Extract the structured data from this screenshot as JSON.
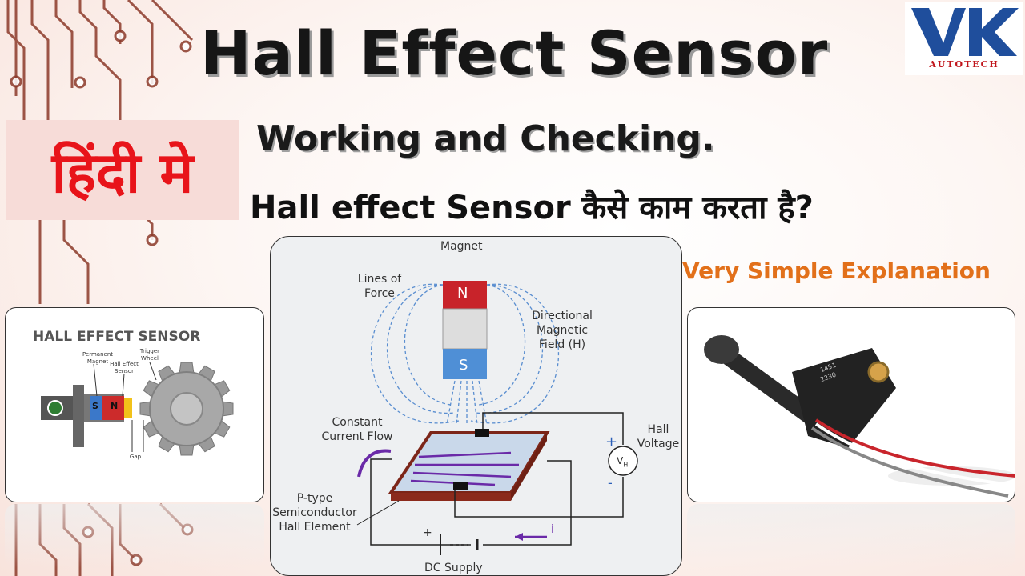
{
  "header": {
    "title": "Hall Effect Sensor",
    "hindi_label": "हिंदी मे",
    "subtitle": "Working and Checking.",
    "subtitle2": "Hall effect Sensor कैसे काम करता है?",
    "tagline": "Very Simple Explanation"
  },
  "logo": {
    "letters": "VK",
    "text": "AUTOTECH"
  },
  "left_diagram": {
    "title": "HALL EFFECT SENSOR",
    "permanent_magnet": "Permanent Magnet",
    "hall_effect_sensor": "Hall Effect Sensor",
    "trigger_wheel": "Trigger Wheel",
    "gap": "Gap",
    "s": "S",
    "n": "N"
  },
  "center_diagram": {
    "magnet": "Magnet",
    "lines_of_force": "Lines of Force",
    "north": "N",
    "south": "S",
    "directional_field": "Directional Magnetic Field (H)",
    "constant_current": "Constant Current Flow",
    "hall_voltage": "Hall Voltage",
    "vh": "V",
    "vh_sub": "H",
    "plus": "+",
    "minus": "-",
    "p_type": "P-type Semiconductor Hall Element",
    "current_symbol": "i",
    "dc_supply": "DC Supply",
    "battery_plus": "+"
  },
  "right_photo": {
    "marking1": "1451",
    "marking2": "2230"
  },
  "colors": {
    "title": "#161616",
    "hindi": "#e8141a",
    "tagline": "#e2701a",
    "logo_blue": "#1f4e9c",
    "magnet_north": "#c8232a",
    "magnet_south": "#4f8fd6"
  }
}
